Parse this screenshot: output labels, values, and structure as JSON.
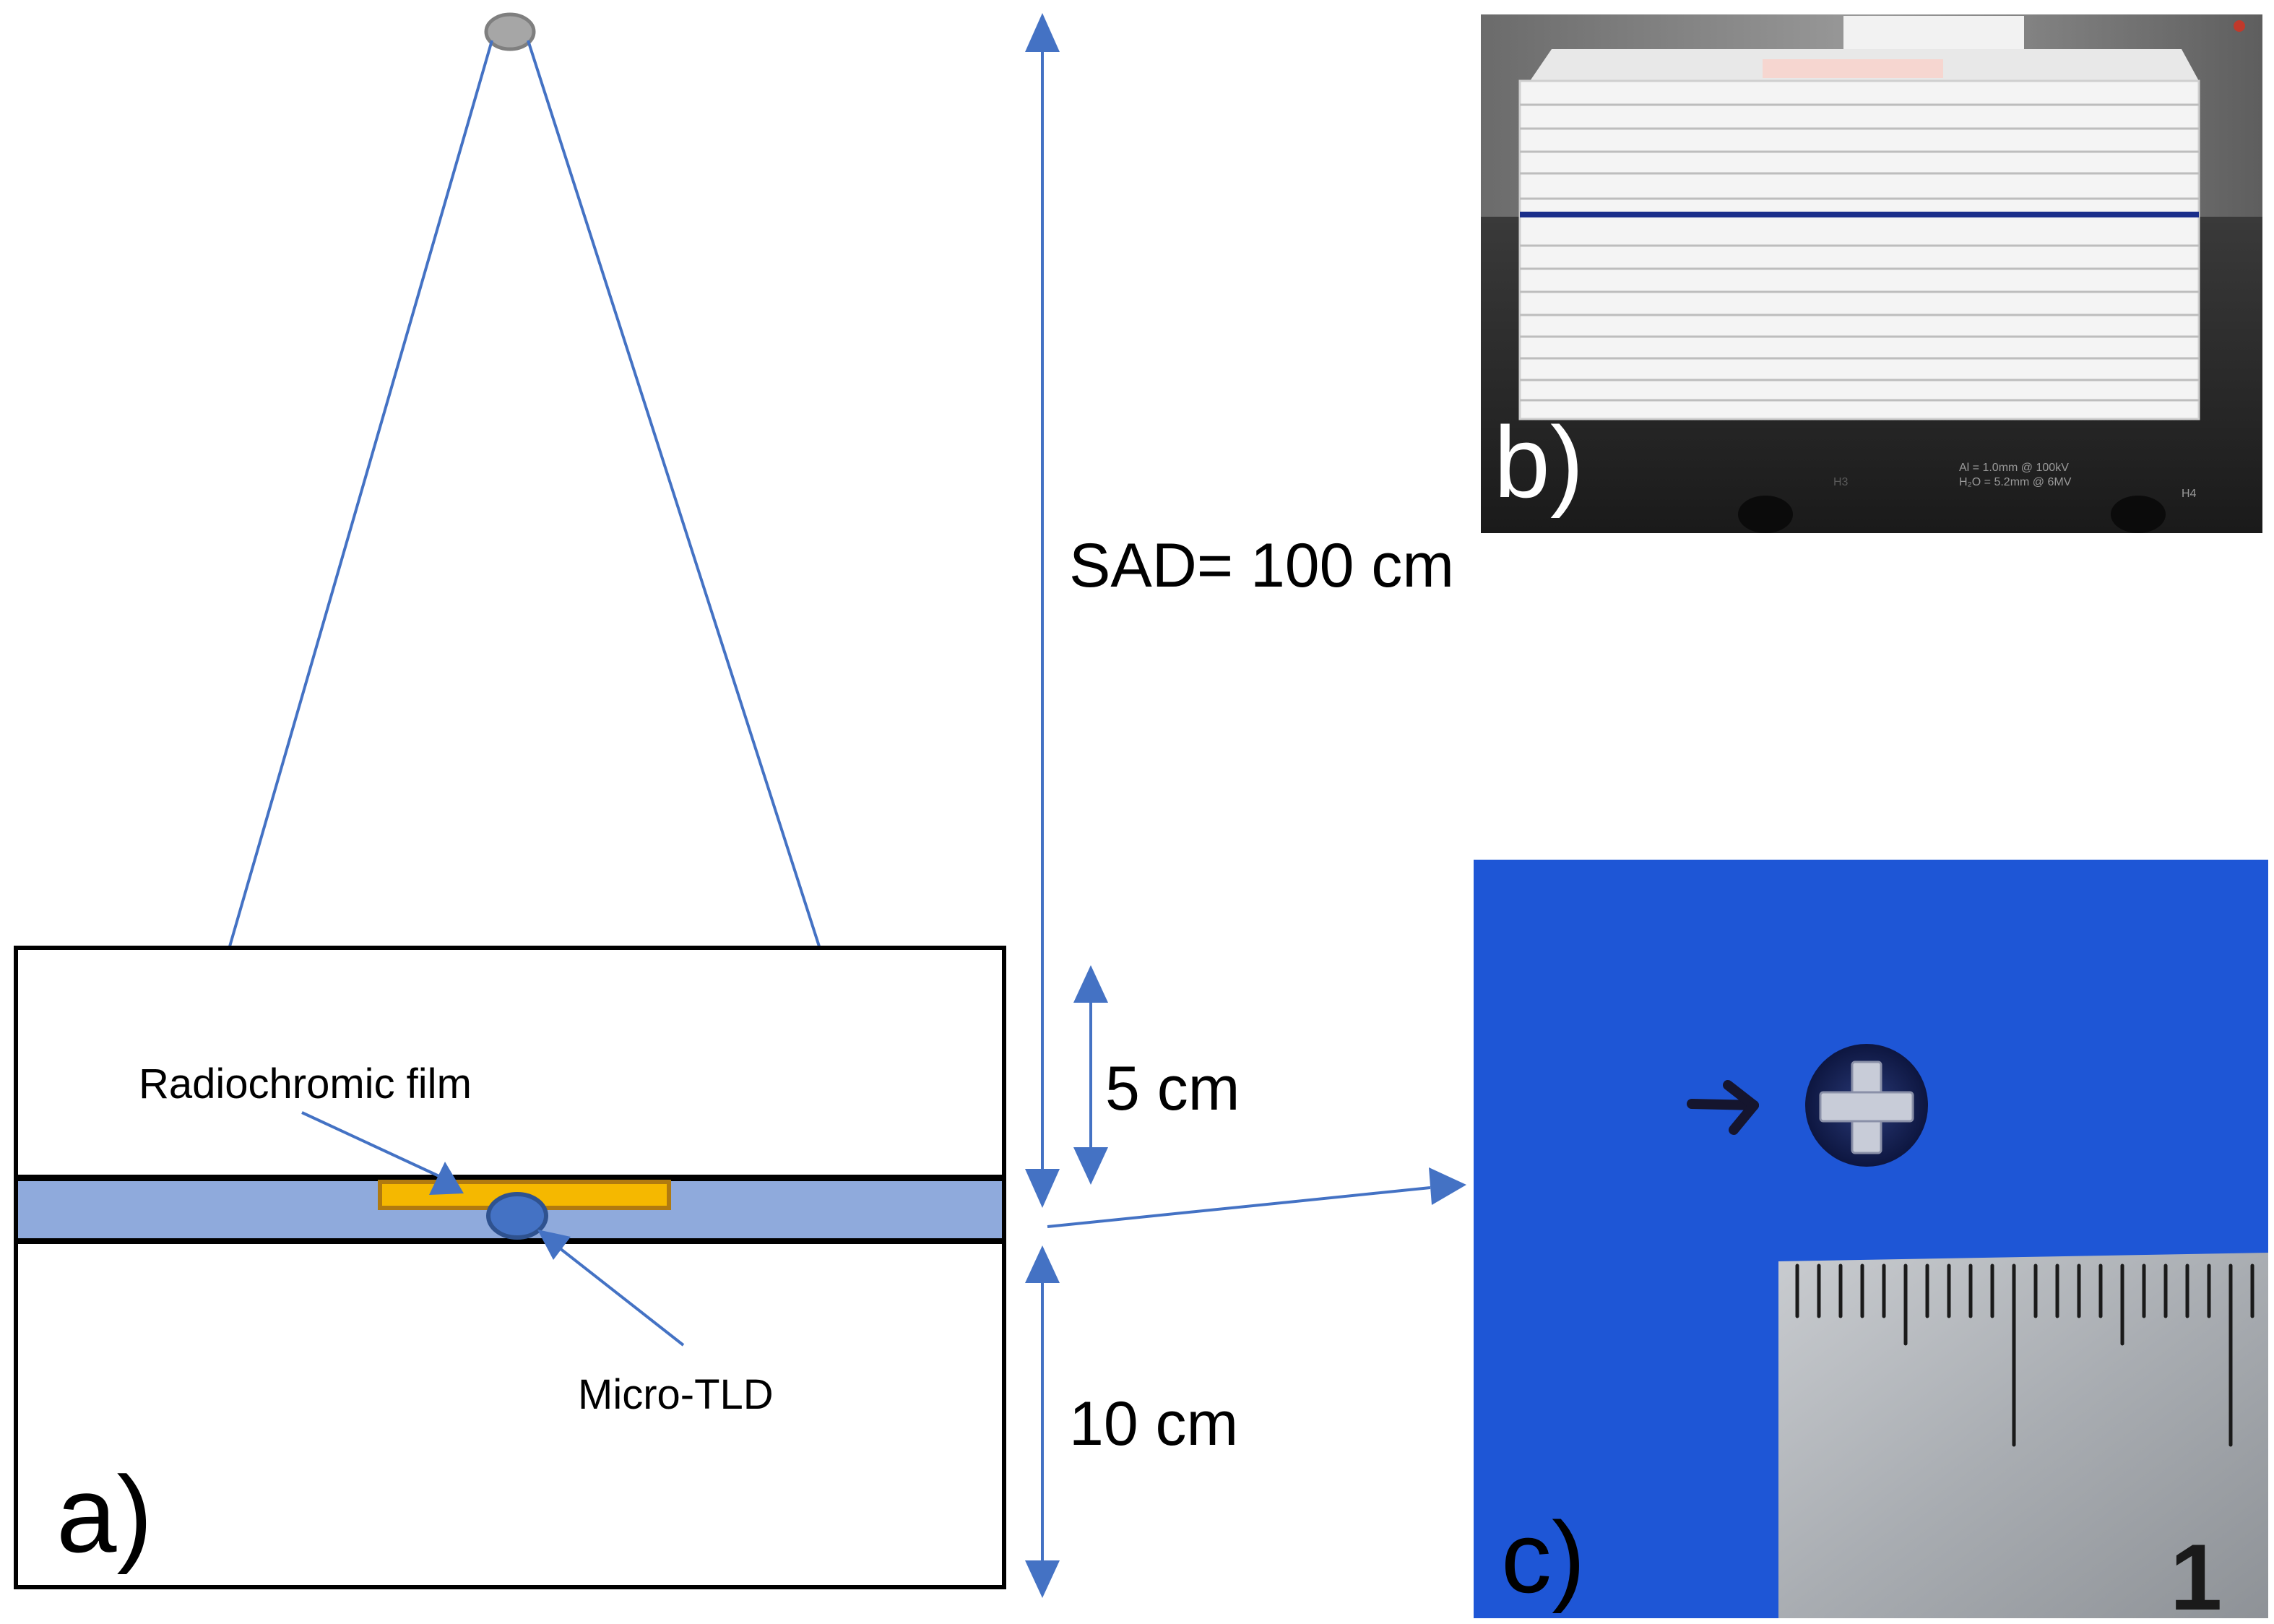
{
  "figure": {
    "panel_a": {
      "label": "a)",
      "film_label": "Radiochromic film",
      "tld_label": "Micro-TLD",
      "sad_label": "SAD= 100 cm",
      "depth_label": "5 cm",
      "backscatter_label": "10 cm"
    },
    "panel_b": {
      "label": "b)",
      "couch_text_1": "Al = 1.0mm @ 100kV",
      "couch_text_2": "H₂O = 5.2mm @ 6MV",
      "couch_text_3": "H4",
      "couch_text_4": "H3"
    },
    "panel_c": {
      "label": "c)",
      "ruler_digit": "1"
    }
  },
  "colors": {
    "beam_line": "#4472c4",
    "film_fill": "#f5b800",
    "film_edge": "#c08000",
    "film_layer": "#8faadc",
    "tld_fill": "#4472c4",
    "tld_edge": "#2f528f",
    "source": "#a6a6a6",
    "photo_c_background": "#1e56d6"
  }
}
